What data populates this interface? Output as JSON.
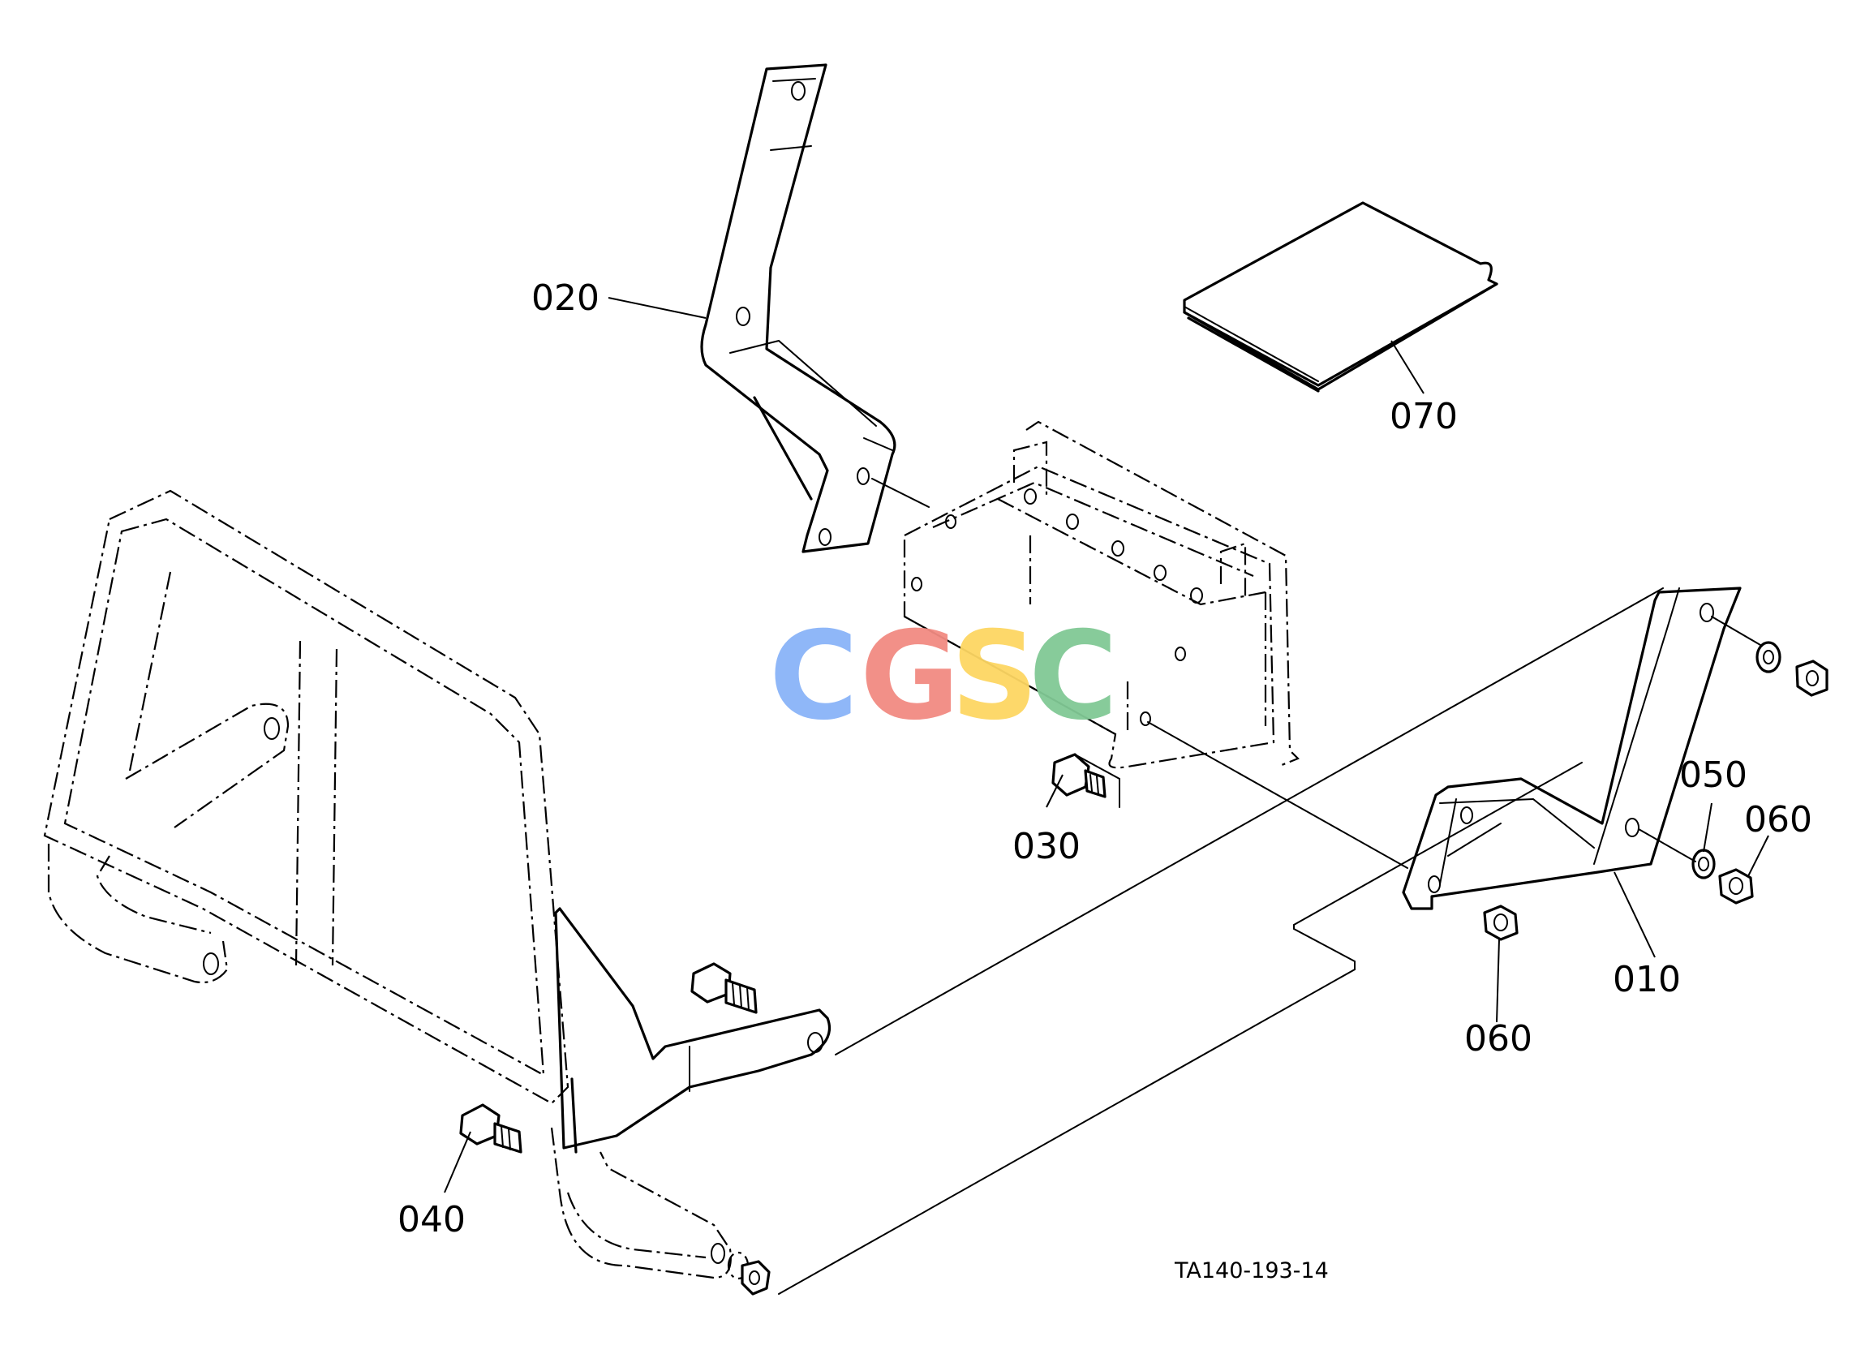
{
  "callouts": {
    "p010": "010",
    "p020": "020",
    "p030": "030",
    "p040": "040",
    "p050": "050",
    "p060a": "060",
    "p060b": "060",
    "p070": "070"
  },
  "drawing_code": "TA140-193-14",
  "watermark": {
    "letters": [
      "C",
      "G",
      "S",
      "C"
    ],
    "colors": [
      "#8ab4f8",
      "#f28b82",
      "#fdd663",
      "#81c995"
    ]
  }
}
